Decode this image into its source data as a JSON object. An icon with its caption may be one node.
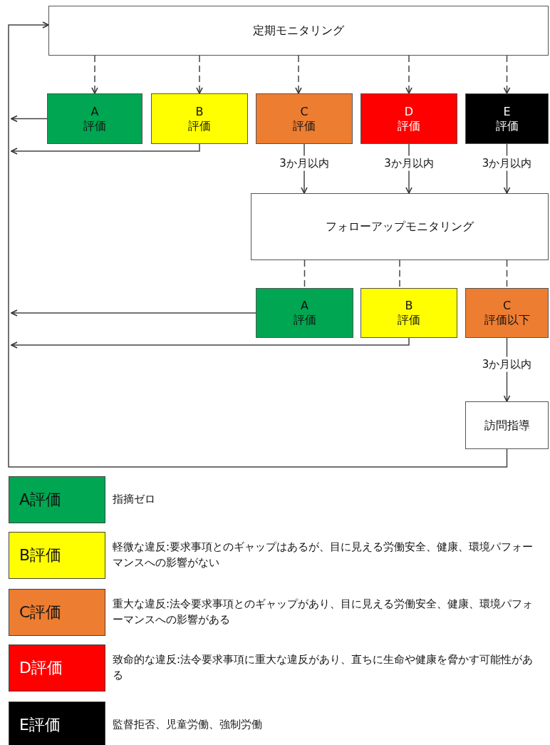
{
  "diagram": {
    "nodes": [
      {
        "text": [
          "定期モニタリング"
        ]
      },
      {
        "text": [
          "A",
          "評価"
        ]
      },
      {
        "text": [
          "B",
          "評価"
        ]
      },
      {
        "text": [
          "C",
          "評価"
        ]
      },
      {
        "text": [
          "D",
          "評価"
        ]
      },
      {
        "text": [
          "E",
          "評価"
        ]
      },
      {
        "text": [
          "フォローアップモニタリング"
        ]
      },
      {
        "text": [
          "A",
          "評価"
        ]
      },
      {
        "text": [
          "B",
          "評価"
        ]
      },
      {
        "text": [
          "C",
          "評価以下"
        ]
      },
      {
        "text": [
          "訪問指導"
        ]
      }
    ],
    "edges": [
      {
        "from": 0,
        "to": 1,
        "arrow": "to",
        "style": "dashed"
      },
      {
        "from": 0,
        "to": 2,
        "arrow": "to",
        "style": "dashed"
      },
      {
        "from": 0,
        "to": 3,
        "arrow": "to",
        "style": "dashed"
      },
      {
        "from": 0,
        "to": 4,
        "arrow": "to",
        "style": "dashed"
      },
      {
        "from": 0,
        "to": 5,
        "arrow": "to",
        "style": "dashed"
      },
      {
        "from": 1,
        "to": null,
        "arrow": "to"
      },
      {
        "from": 2,
        "to": null,
        "arrow": "to"
      },
      {
        "from": 3,
        "to": 6,
        "arrow": "to",
        "label": "3か月以内"
      },
      {
        "from": 4,
        "to": 6,
        "arrow": "to",
        "label": "3か月以内"
      },
      {
        "from": 5,
        "to": 6,
        "arrow": "to",
        "label": "3か月以内"
      },
      {
        "from": 6,
        "to": 7,
        "arrow": "none",
        "style": "dashed"
      },
      {
        "from": 6,
        "to": 8,
        "arrow": "none",
        "style": "dashed"
      },
      {
        "from": 6,
        "to": 9,
        "arrow": "none",
        "style": "dashed"
      },
      {
        "from": 7,
        "to": null,
        "arrow": "to"
      },
      {
        "from": 8,
        "to": null,
        "arrow": "to"
      },
      {
        "from": 9,
        "to": 10,
        "arrow": "to",
        "label": "3か月以内"
      },
      {
        "from": 10,
        "to": 0,
        "arrow": "to"
      }
    ],
    "labels": [
      "A評価",
      "B評価",
      "C評価",
      "D評価",
      "E評価"
    ],
    "legend": [
      {
        "text": "指摘ゼロ",
        "color": "#00a651"
      },
      {
        "text": "軽微な違反:要求事項とのギャップはあるが、目に見える労働安全、健康、環境パフォーマンスへの影響がない",
        "color": "#ffff00"
      },
      {
        "text": "重大な違反:法令要求事項とのギャップがあり、目に見える労働安全、健康、環境パフォーマンスへの影響がある",
        "color": "#ed7d31"
      },
      {
        "text": "致命的な違反:法令要求事項に重大な違反があり、直ちに生命や健康を脅かす可能性がある",
        "color": "#ff0000"
      },
      {
        "text": "監督拒否、児童労働、強制労働",
        "color": "#000000"
      }
    ]
  }
}
